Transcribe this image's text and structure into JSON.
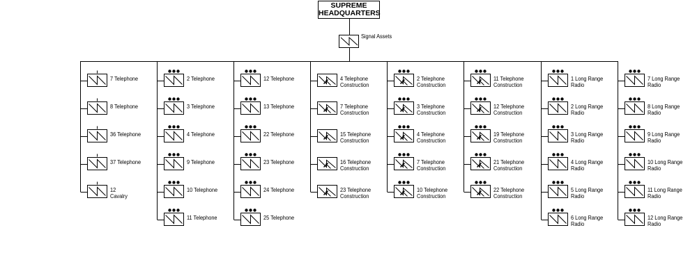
{
  "hq": {
    "label_line1": "SUPREME",
    "label_line2": "HEADQUARTERS"
  },
  "signal_assets": {
    "label": "Signal Assets"
  },
  "columns": [
    {
      "echelon": "company",
      "type": "signal",
      "units": [
        {
          "lines": [
            "7 Telephone"
          ]
        },
        {
          "lines": [
            "8 Telephone"
          ]
        },
        {
          "lines": [
            "36 Telephone"
          ]
        },
        {
          "lines": [
            "37 Telephone"
          ]
        },
        {
          "lines": [
            "12",
            "Cavalry"
          ]
        }
      ]
    },
    {
      "echelon": "regiment",
      "type": "signal",
      "units": [
        {
          "lines": [
            "2 Telephone"
          ]
        },
        {
          "lines": [
            "3 Telephone"
          ]
        },
        {
          "lines": [
            "4 Telephone"
          ]
        },
        {
          "lines": [
            "9 Telephone"
          ]
        },
        {
          "lines": [
            "10 Telephone"
          ]
        },
        {
          "lines": [
            "11 Telephone"
          ]
        }
      ]
    },
    {
      "echelon": "regiment",
      "type": "signal",
      "units": [
        {
          "lines": [
            "12 Telephone"
          ]
        },
        {
          "lines": [
            "13 Telephone"
          ]
        },
        {
          "lines": [
            "22 Telephone"
          ]
        },
        {
          "lines": [
            "23 Telephone"
          ]
        },
        {
          "lines": [
            "24 Telephone"
          ]
        },
        {
          "lines": [
            "25 Telephone"
          ]
        }
      ]
    },
    {
      "echelon": "none",
      "type": "construction",
      "units": [
        {
          "lines": [
            "4 Telephone",
            "Construction"
          ]
        },
        {
          "lines": [
            "7 Telephone",
            "Construction"
          ]
        },
        {
          "lines": [
            "15 Telephone",
            "Construction"
          ]
        },
        {
          "lines": [
            "16 Telephone",
            "Construction"
          ]
        },
        {
          "lines": [
            "23 Telephone",
            "Construction"
          ]
        }
      ]
    },
    {
      "echelon": "regiment",
      "type": "construction",
      "units": [
        {
          "lines": [
            "2 Telephone",
            "Construction"
          ]
        },
        {
          "lines": [
            "3 Telephone",
            "Construction"
          ]
        },
        {
          "lines": [
            "4 Telephone",
            "Construction"
          ]
        },
        {
          "lines": [
            "7 Telephone",
            "Construction"
          ]
        },
        {
          "lines": [
            "10 Telephone",
            "Construction"
          ]
        }
      ]
    },
    {
      "echelon": "regiment",
      "type": "construction",
      "units": [
        {
          "lines": [
            "11 Telephone",
            "Construction"
          ]
        },
        {
          "lines": [
            "12 Telephone",
            "Construction"
          ]
        },
        {
          "lines": [
            "19 Telephone",
            "Construction"
          ]
        },
        {
          "lines": [
            "21 Telephone",
            "Construction"
          ]
        },
        {
          "lines": [
            "22 Telephone",
            "Construction"
          ]
        }
      ]
    },
    {
      "echelon": "regiment",
      "type": "signal",
      "units": [
        {
          "lines": [
            "1 Long Range",
            "Radio"
          ]
        },
        {
          "lines": [
            "2 Long Range",
            "Radio"
          ]
        },
        {
          "lines": [
            "3 Long Range",
            "Radio"
          ]
        },
        {
          "lines": [
            "4 Long Range",
            "Radio"
          ]
        },
        {
          "lines": [
            "5 Long Range",
            "Radio"
          ]
        },
        {
          "lines": [
            "6 Long Range",
            "Radio"
          ]
        }
      ]
    },
    {
      "echelon": "regiment",
      "type": "signal",
      "units": [
        {
          "lines": [
            "7 Long Range",
            "Radio"
          ]
        },
        {
          "lines": [
            "8 Long Range",
            "Radio"
          ]
        },
        {
          "lines": [
            "9 Long Range",
            "Radio"
          ]
        },
        {
          "lines": [
            "10 Long Range",
            "Radio"
          ]
        },
        {
          "lines": [
            "11 Long Range",
            "Radio"
          ]
        },
        {
          "lines": [
            "12 Long Range",
            "Radio"
          ]
        }
      ]
    }
  ]
}
